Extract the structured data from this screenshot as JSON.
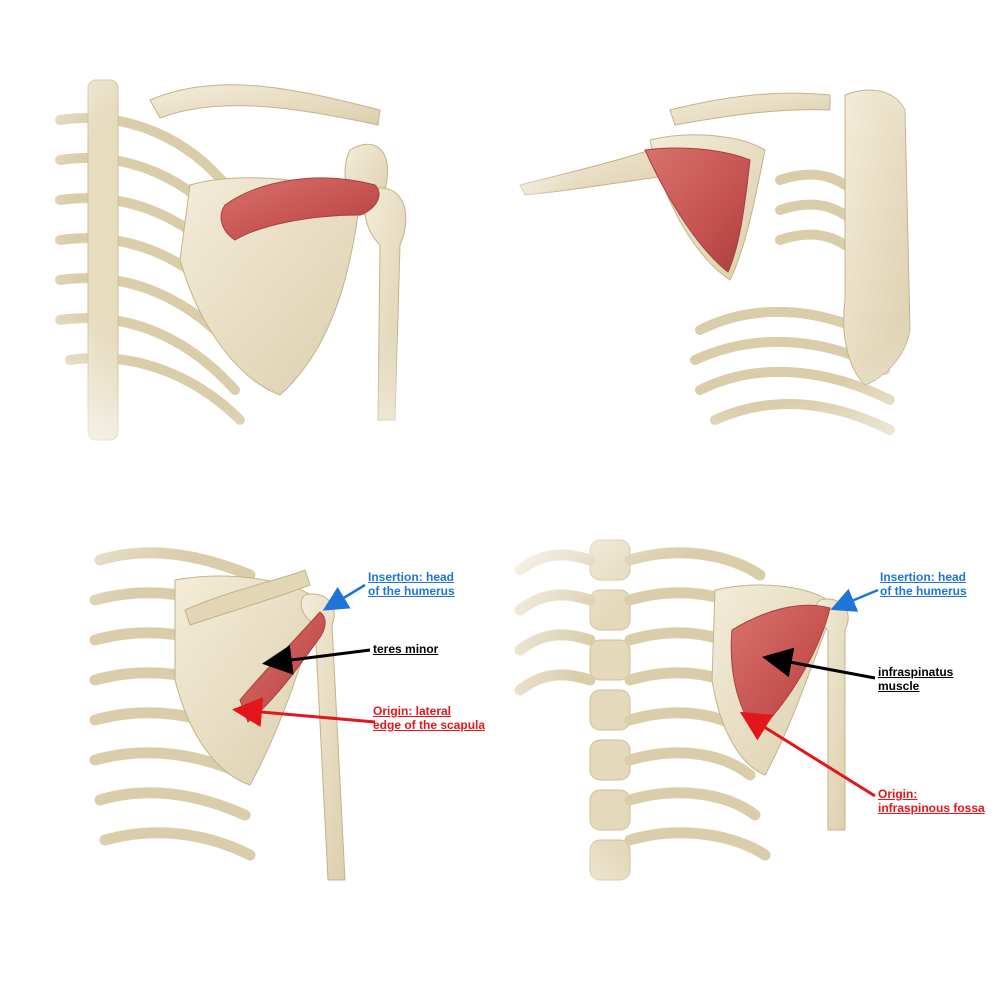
{
  "colors": {
    "bone": "#ece3cb",
    "bone_shadow": "#d4c6a0",
    "bone_outline": "#c2b389",
    "muscle": "#cc5a58",
    "muscle_dark": "#a8403e",
    "insertion": "#1e74d8",
    "origin": "#e3161b",
    "muscle_label": "#000000"
  },
  "panels": {
    "bottom_left": {
      "insertion_label": [
        "Insertion: head",
        "of the humerus"
      ],
      "muscle_label": [
        "teres minor"
      ],
      "origin_label": [
        "Origin: lateral",
        "edge of the scapula"
      ]
    },
    "bottom_right": {
      "insertion_label": [
        "Insertion: head",
        "of the humerus"
      ],
      "muscle_label": [
        "infraspinatus",
        "muscle"
      ],
      "origin_label": [
        "Origin:",
        "infraspinous fossa"
      ]
    }
  }
}
